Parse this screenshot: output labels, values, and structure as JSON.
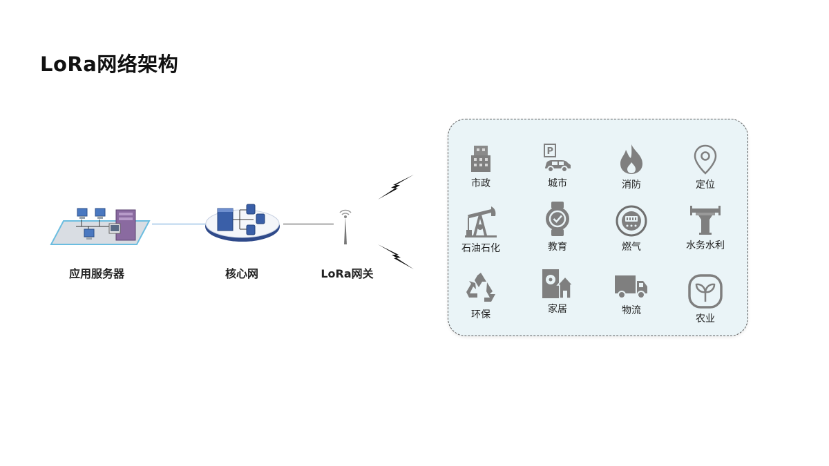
{
  "title": "LoRa网络架构",
  "nodes": {
    "app_server": "应用服务器",
    "core_network": "核心网",
    "gateway": "LoRa网关"
  },
  "colors": {
    "panel_bg": "#eaf4f7",
    "icon_gray": "#7f7f7f",
    "server_purple": "#8a6aa0",
    "core_blue": "#3a5fa8",
    "link_blue": "#5b9bd5"
  },
  "applications": [
    {
      "label": "市政",
      "icon": "building-icon"
    },
    {
      "label": "城市",
      "icon": "parking-car-icon"
    },
    {
      "label": "消防",
      "icon": "flame-icon"
    },
    {
      "label": "定位",
      "icon": "location-pin-icon"
    },
    {
      "label": "石油石化",
      "icon": "oil-pump-icon"
    },
    {
      "label": "教育",
      "icon": "watch-icon"
    },
    {
      "label": "燃气",
      "icon": "gas-meter-icon"
    },
    {
      "label": "水务水利",
      "icon": "hydrant-icon"
    },
    {
      "label": "环保",
      "icon": "recycle-icon"
    },
    {
      "label": "家居",
      "icon": "home-icon"
    },
    {
      "label": "物流",
      "icon": "truck-icon"
    },
    {
      "label": "农业",
      "icon": "sprout-icon"
    }
  ]
}
